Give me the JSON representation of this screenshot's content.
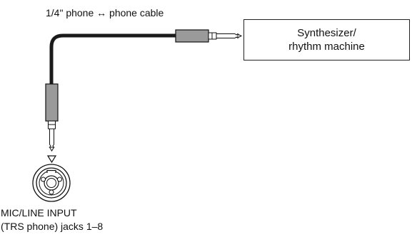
{
  "cable_caption": "1/4\" phone ↔ phone cable",
  "device": {
    "line1": "Synthesizer/",
    "line2": "rhythm machine"
  },
  "input": {
    "line1": "MIC/LINE INPUT",
    "line2": "(TRS phone) jacks 1–8"
  }
}
